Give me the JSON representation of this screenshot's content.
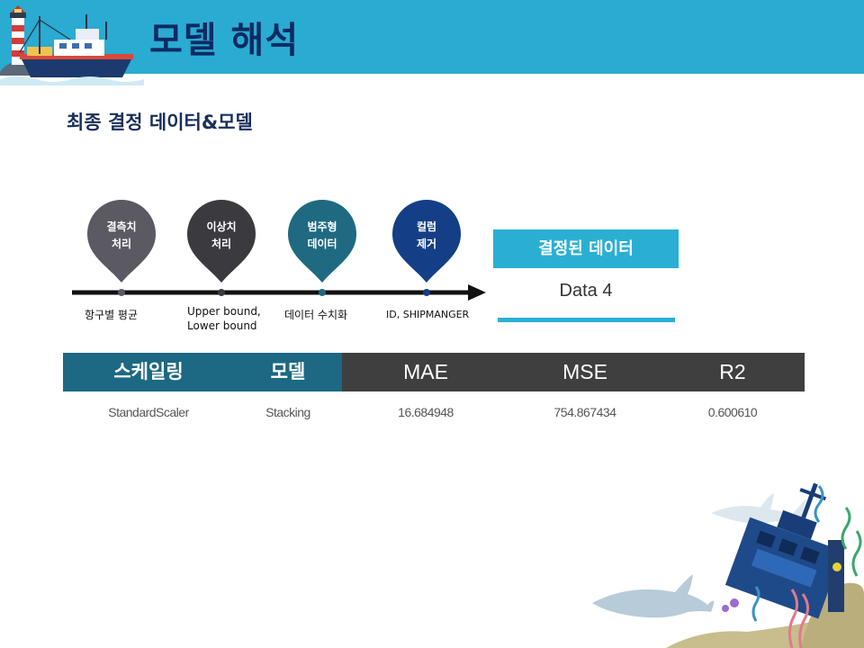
{
  "header": {
    "title": "모델 해석"
  },
  "subtitle": "최종 결정 데이터&모델",
  "steps": [
    {
      "label_line1": "결측치",
      "label_line2": "처리",
      "note": "항구별 평균",
      "color": "#5b5a63"
    },
    {
      "label_line1": "이상치",
      "label_line2": "처리",
      "note_line1": "Upper bound,",
      "note_line2": "Lower bound",
      "color": "#3b3b3f"
    },
    {
      "label_line1": "범주형",
      "label_line2": "데이터",
      "note": "데이터 수치화",
      "color": "#1f6a80"
    },
    {
      "label_line1": "컬럼",
      "label_line2": "제거",
      "note": "ID, SHIPMANGER",
      "color": "#143f86"
    }
  ],
  "result": {
    "title": "결정된 데이터",
    "value": "Data 4"
  },
  "table": {
    "headers": [
      "스케일링",
      "모델",
      "MAE",
      "MSE",
      "R2"
    ],
    "row": [
      "StandardScaler",
      "Stacking",
      "16.684948",
      "754.867434",
      "0.600610"
    ]
  },
  "colors": {
    "header_bg": "#2aabd2",
    "title": "#0d2a63",
    "accent": "#2aafd3"
  }
}
